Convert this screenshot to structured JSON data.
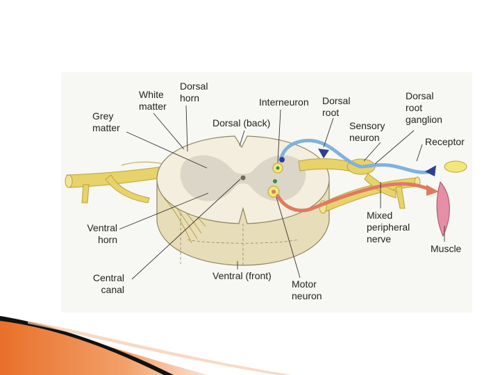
{
  "labels": {
    "white_matter": [
      "White",
      "matter"
    ],
    "dorsal_horn": [
      "Dorsal",
      "horn"
    ],
    "grey_matter": [
      "Grey",
      "matter"
    ],
    "dorsal_back": "Dorsal (back)",
    "interneuron": "Interneuron",
    "dorsal_root": [
      "Dorsal",
      "root"
    ],
    "sensory_neuron": [
      "Sensory",
      "neuron"
    ],
    "dorsal_root_ganglion": [
      "Dorsal",
      "root",
      "ganglion"
    ],
    "receptor": "Receptor",
    "mixed_peripheral_nerve": [
      "Mixed",
      "peripheral",
      "nerve"
    ],
    "muscle": "Muscle",
    "ventral_horn": [
      "Ventral",
      "horn"
    ],
    "central_canal": [
      "Central",
      "canal"
    ],
    "ventral_front": "Ventral (front)",
    "motor_neuron": [
      "Motor",
      "neuron"
    ]
  },
  "colors": {
    "nerve": "#e8d36a",
    "nerve_edge": "#b9a23a",
    "cord_top": "#f3eedd",
    "cord_side": "#e7ddb8",
    "grey_matter": "#d8d3c4",
    "sensory_path": "#7fb2dd",
    "motor_path": "#e07a5f",
    "arrow_blue": "#2e3f8f",
    "muscle": "#e58fa6",
    "accent_orange": "#e8702a"
  }
}
